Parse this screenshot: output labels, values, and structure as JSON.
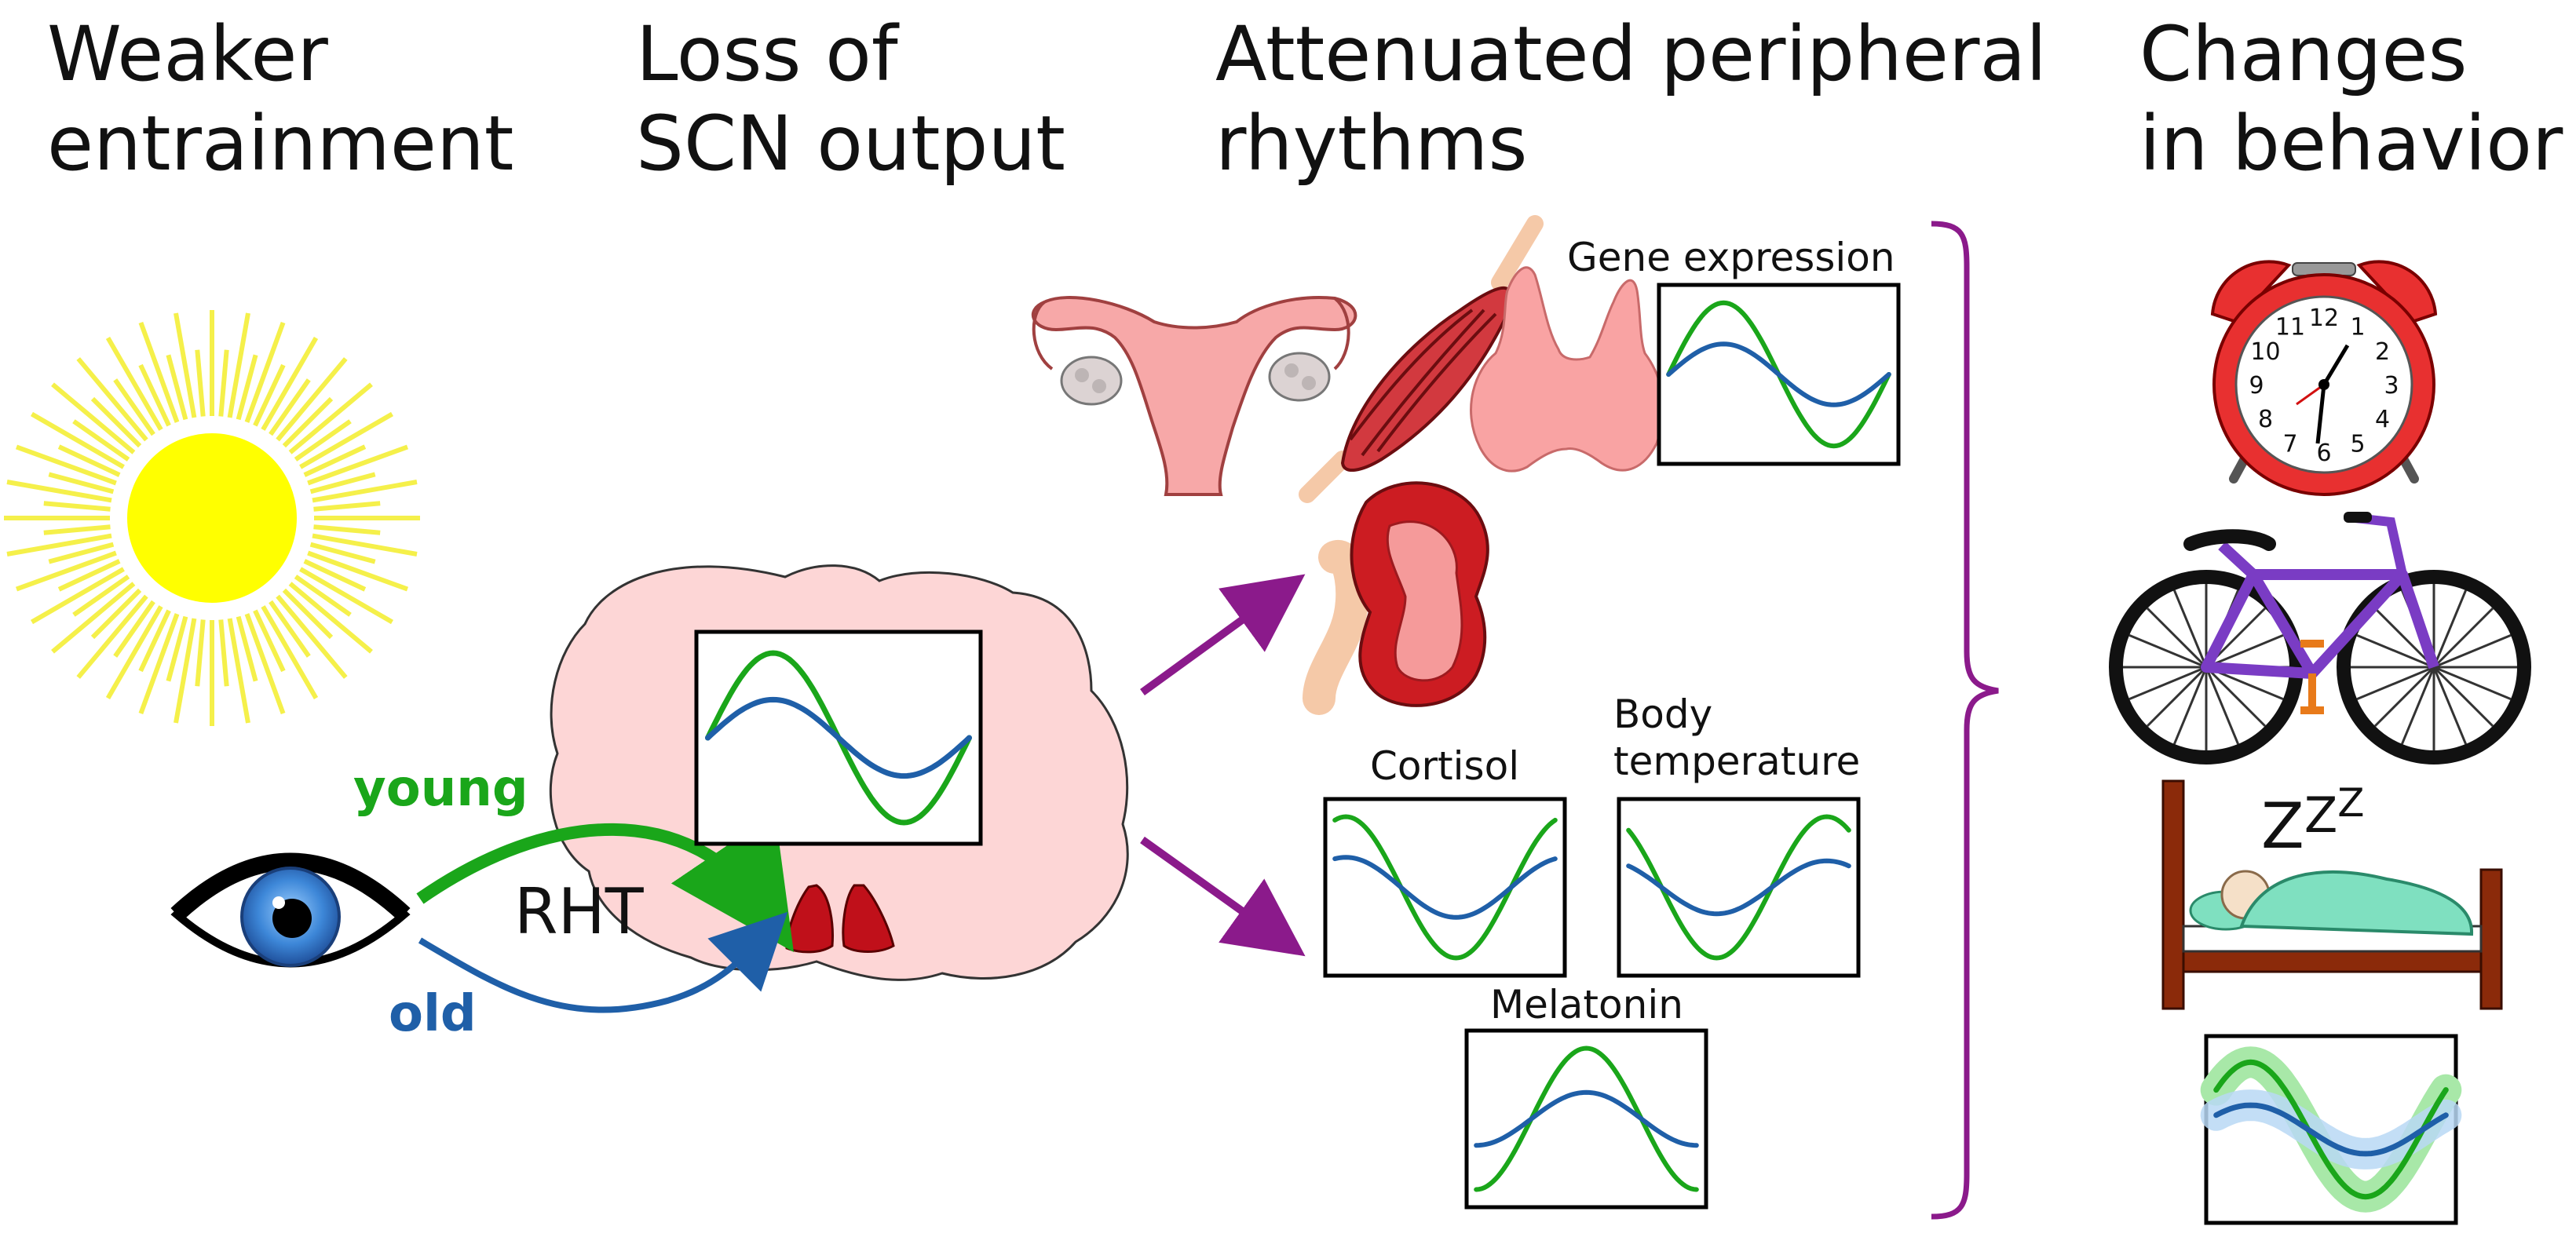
{
  "headers": {
    "entrainment": [
      "Weaker",
      "entrainment"
    ],
    "scn": [
      "Loss of",
      "SCN output"
    ],
    "peripheral": [
      "Attenuated peripheral",
      "rhythms"
    ],
    "behavior": [
      "Changes",
      "in behavior"
    ]
  },
  "pathway": {
    "young_label": "young",
    "old_label": "old",
    "rht_label": "RHT"
  },
  "rhythm_labels": {
    "gene_expression": "Gene expression",
    "cortisol": "Cortisol",
    "body_temperature": [
      "Body",
      "temperature"
    ],
    "melatonin": "Melatonin"
  },
  "clock_numbers": [
    "12",
    "1",
    "2",
    "3",
    "4",
    "5",
    "6",
    "7",
    "8",
    "9",
    "10",
    "11"
  ],
  "snore": "ZZZ",
  "colors": {
    "young": "#1aa61a",
    "old": "#1f5fa8",
    "arrow": "#8b1a8b",
    "brain": "#fdd6d6",
    "sun": "#ffff00"
  }
}
